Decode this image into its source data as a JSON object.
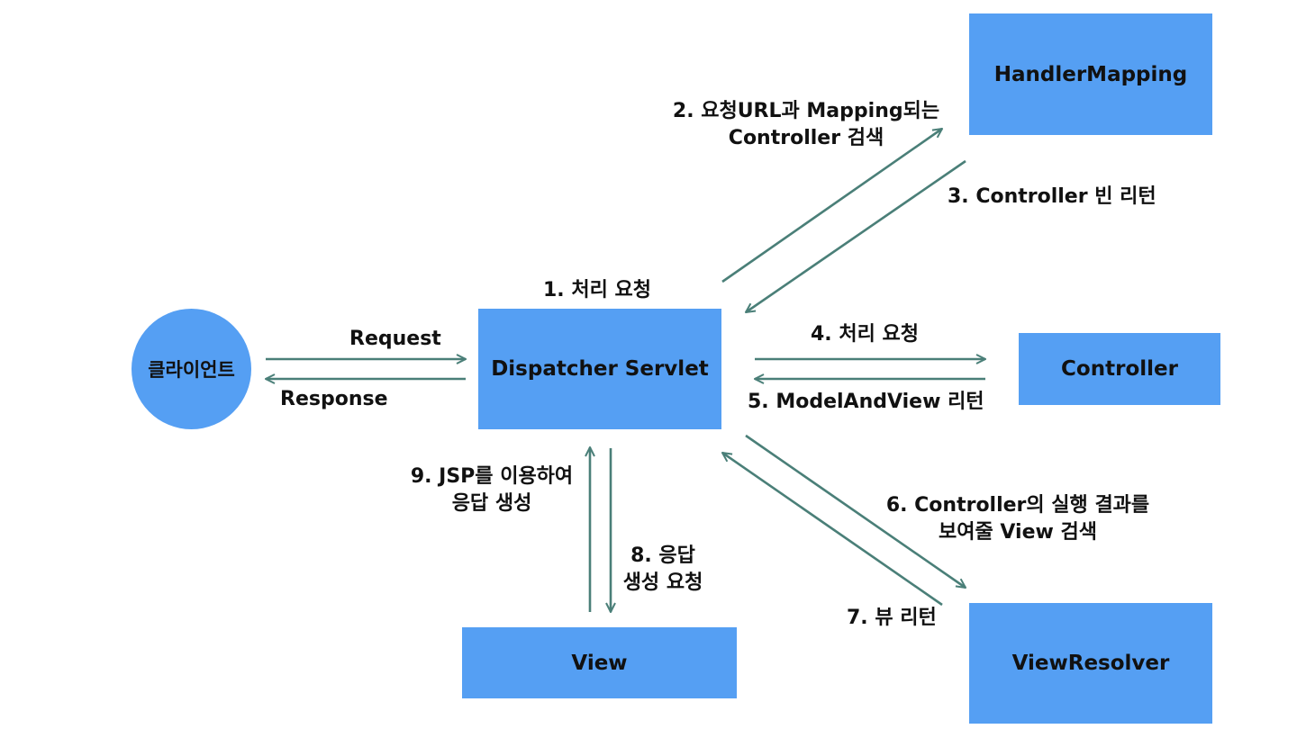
{
  "nodes": {
    "client": "클라이언트",
    "dispatcher": "Dispatcher Servlet",
    "handler_mapping": "HandlerMapping",
    "controller": "Controller",
    "view_resolver": "ViewResolver",
    "view": "View"
  },
  "labels": {
    "request": "Request",
    "response": "Response",
    "step1": "1. 처리 요청",
    "step2_line1": "2. 요청URL과 Mapping되는",
    "step2_line2": "Controller 검색",
    "step3": "3. Controller 빈 리턴",
    "step4": "4. 처리 요청",
    "step5": "5. ModelAndView 리턴",
    "step6_line1": "6. Controller의 실행 결과를",
    "step6_line2": "보여줄 View 검색",
    "step7": "7. 뷰 리턴",
    "step8_line1": "8. 응답",
    "step8_line2": "생성 요청",
    "step9_line1": "9. JSP를 이용하여",
    "step9_line2": "응답 생성"
  },
  "colors": {
    "box_fill": "#559ff3",
    "arrow": "#4a7f78"
  }
}
